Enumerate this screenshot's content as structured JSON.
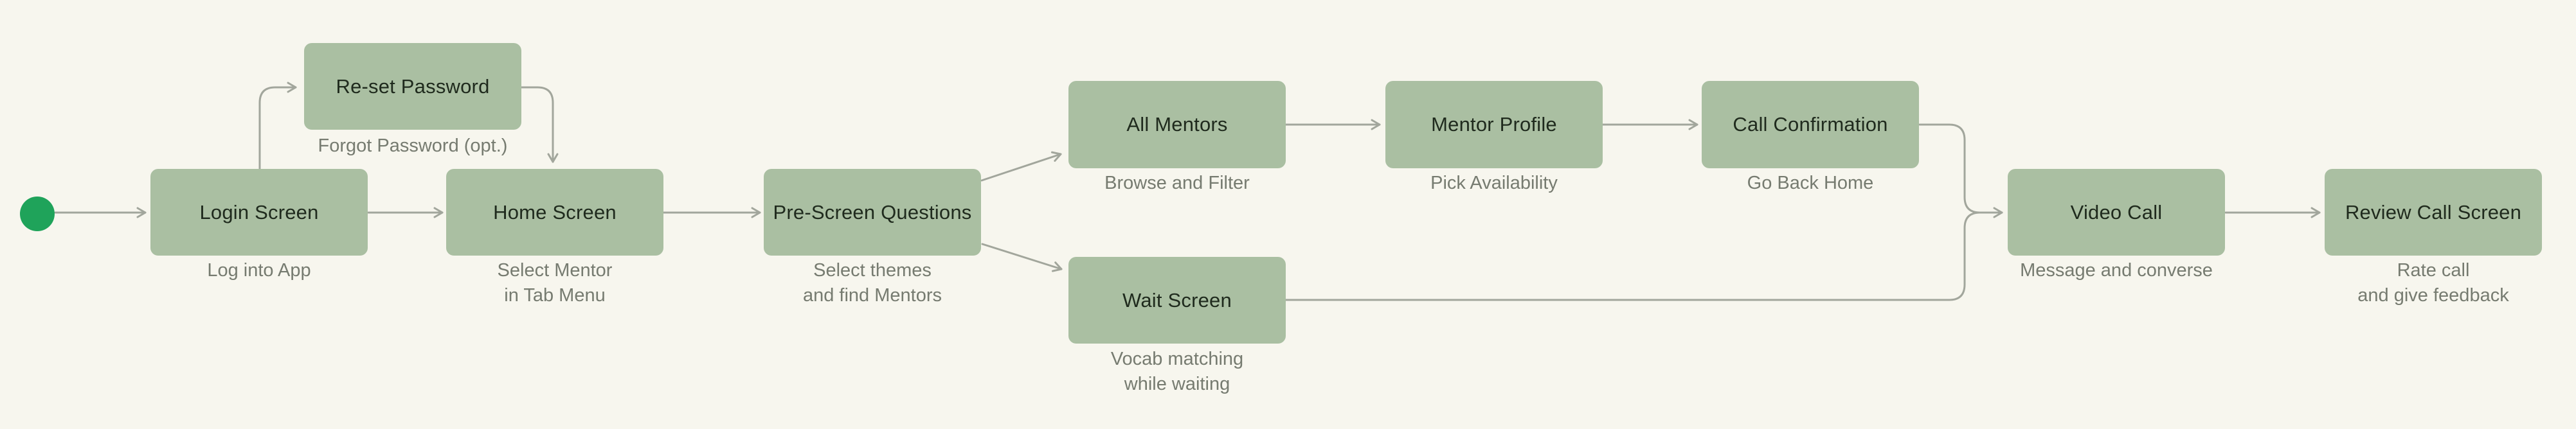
{
  "diagram": {
    "type": "user-flow",
    "colors": {
      "background": "#f7f6ee",
      "node_fill": "#aabfa2",
      "node_text": "#1f2a1d",
      "caption_text": "#767b70",
      "connector": "#a2a69c",
      "start_node": "#1fa35a"
    },
    "start_node": {
      "shape": "circle"
    },
    "nodes": [
      {
        "id": "login-screen",
        "label": "Login Screen",
        "caption_lines": [
          "Log into App"
        ]
      },
      {
        "id": "reset-password",
        "label": "Re-set Password",
        "caption_lines": [
          "Forgot Password (opt.)"
        ]
      },
      {
        "id": "home-screen",
        "label": "Home Screen",
        "caption_lines": [
          "Select Mentor",
          "in Tab Menu"
        ]
      },
      {
        "id": "pre-screen-questions",
        "label": "Pre-Screen Questions",
        "caption_lines": [
          "Select themes",
          "and find Mentors"
        ]
      },
      {
        "id": "all-mentors",
        "label": "All Mentors",
        "caption_lines": [
          "Browse and Filter"
        ]
      },
      {
        "id": "wait-screen",
        "label": "Wait Screen",
        "caption_lines": [
          "Vocab matching",
          "while waiting"
        ]
      },
      {
        "id": "mentor-profile",
        "label": "Mentor Profile",
        "caption_lines": [
          "Pick Availability"
        ]
      },
      {
        "id": "call-confirmation",
        "label": "Call Confirmation",
        "caption_lines": [
          "Go Back Home"
        ]
      },
      {
        "id": "video-call",
        "label": "Video Call",
        "caption_lines": [
          "Message and converse"
        ]
      },
      {
        "id": "review-call-screen",
        "label": "Review Call Screen",
        "caption_lines": [
          "Rate call",
          "and give feedback"
        ]
      }
    ],
    "connections": [
      {
        "from": "start",
        "to": "login-screen"
      },
      {
        "from": "login-screen",
        "to": "reset-password"
      },
      {
        "from": "reset-password",
        "to": "home-screen"
      },
      {
        "from": "login-screen",
        "to": "home-screen"
      },
      {
        "from": "home-screen",
        "to": "pre-screen-questions"
      },
      {
        "from": "pre-screen-questions",
        "to": "all-mentors"
      },
      {
        "from": "pre-screen-questions",
        "to": "wait-screen"
      },
      {
        "from": "all-mentors",
        "to": "mentor-profile"
      },
      {
        "from": "mentor-profile",
        "to": "call-confirmation"
      },
      {
        "from": "call-confirmation",
        "to": "video-call"
      },
      {
        "from": "wait-screen",
        "to": "video-call"
      },
      {
        "from": "video-call",
        "to": "review-call-screen"
      }
    ]
  }
}
